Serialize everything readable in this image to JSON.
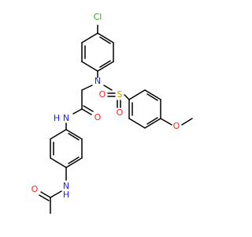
{
  "molecule": {
    "colors": {
      "bond": "#000000",
      "N": "#2020ff",
      "O": "#ff2020",
      "S": "#b8a000",
      "Cl": "#20b020"
    },
    "atoms": [
      {
        "id": "cl",
        "symbol": "Cl"
      },
      {
        "id": "n_sulfonamide",
        "symbol": "N"
      },
      {
        "id": "s",
        "symbol": "S"
      },
      {
        "id": "o_s_left",
        "symbol": "O"
      },
      {
        "id": "o_s_bottom",
        "symbol": "O"
      },
      {
        "id": "o_methoxy",
        "symbol": "O"
      },
      {
        "id": "o_amide",
        "symbol": "O"
      },
      {
        "id": "nh_amide",
        "symbol": "N",
        "hydrogen": "H"
      },
      {
        "id": "nh_acetamide",
        "symbol": "N",
        "hydrogen": "H"
      },
      {
        "id": "o_acetamide",
        "symbol": "O"
      }
    ]
  }
}
